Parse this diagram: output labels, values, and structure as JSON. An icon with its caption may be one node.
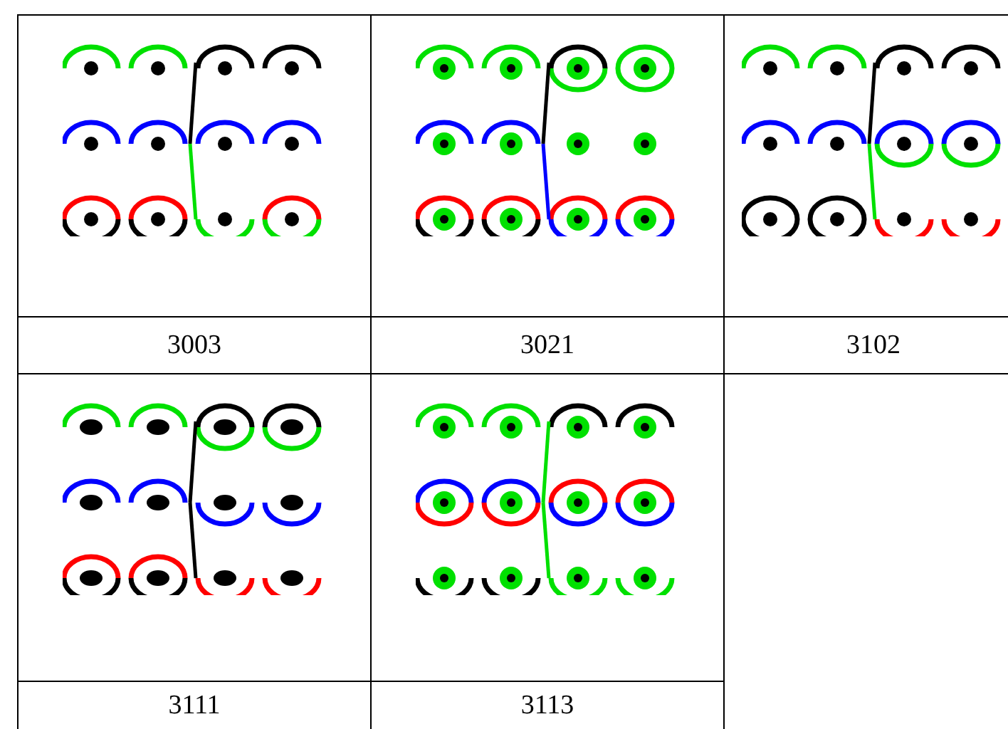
{
  "diagram": {
    "labels": [
      "3003",
      "3021",
      "3102",
      "3111",
      "3113"
    ]
  }
}
